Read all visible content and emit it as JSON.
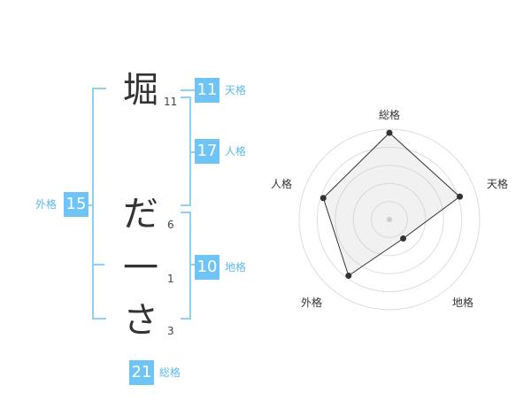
{
  "name": {
    "characters": [
      {
        "char": "堀",
        "strokes": "11"
      },
      {
        "char": "だ",
        "strokes": "6"
      },
      {
        "char": "一",
        "strokes": "1"
      },
      {
        "char": "さ",
        "strokes": "3"
      }
    ]
  },
  "fortune": {
    "tenkaku": {
      "value": "11",
      "label": "天格"
    },
    "jinkaku": {
      "value": "17",
      "label": "人格"
    },
    "chikaku": {
      "value": "10",
      "label": "地格"
    },
    "gaikaku": {
      "value": "15",
      "label": "外格"
    },
    "soukaku": {
      "value": "21",
      "label": "総格"
    }
  },
  "colors": {
    "accent": "#6ec4f5",
    "bracket": "#8fd0f6",
    "text": "#333333"
  },
  "chart_data": {
    "type": "radar",
    "axes": [
      "総格",
      "天格",
      "地格",
      "外格",
      "人格"
    ],
    "values": [
      0.96,
      0.82,
      0.26,
      0.77,
      0.77
    ],
    "range": [
      0,
      1
    ],
    "rings": 5,
    "grid": true
  }
}
